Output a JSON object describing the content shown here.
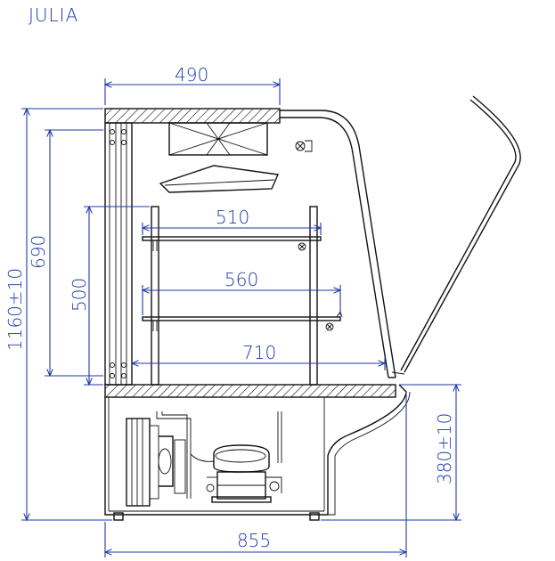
{
  "title": "JULIA",
  "dimensions": {
    "top_width": "490",
    "shelf_top": "510",
    "shelf_mid": "560",
    "base_depth": "710",
    "total_depth": "855",
    "total_height": "1160±10",
    "upper_height": "690",
    "shelf_height": "500",
    "base_height": "380±10"
  },
  "colors": {
    "dimension": "#1f3aa8",
    "outline": "#111111"
  }
}
